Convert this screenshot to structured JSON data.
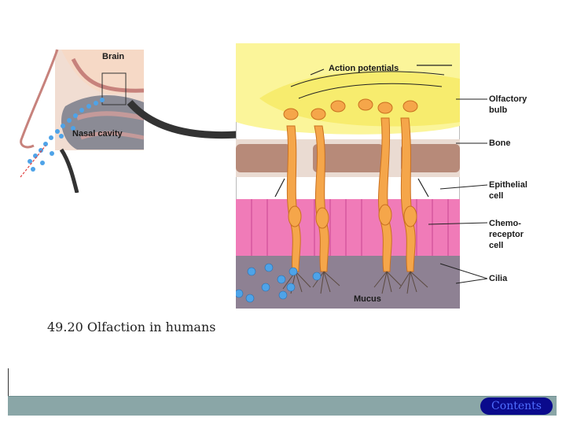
{
  "left_diagram": {
    "labels": {
      "brain": "Brain",
      "nasal_cavity": "Nasal cavity"
    }
  },
  "main_diagram": {
    "action_potentials": "Action potentials",
    "mucus": "Mucus"
  },
  "side_labels": {
    "olfactory_bulb": "Olfactory\nbulb",
    "bone": "Bone",
    "epithelial_cell": "Epithelial\ncell",
    "chemoreceptor_cell": "Chemo-\nreceptor\ncell",
    "cilia": "Cilia"
  },
  "caption": "49.20 Olfaction in humans",
  "nav": {
    "contents_label": "Contents"
  },
  "colors": {
    "brain_yellow": "#fbf59a",
    "bone_brown": "#b78a79",
    "epithelium_pink": "#f07bb8",
    "neuron_orange": "#f5a64a",
    "odor_blue": "#4ea3e8",
    "mucus_gray": "#8e8193",
    "bar_teal": "#8aa6a7",
    "button_navy": "#0a0a8c"
  }
}
